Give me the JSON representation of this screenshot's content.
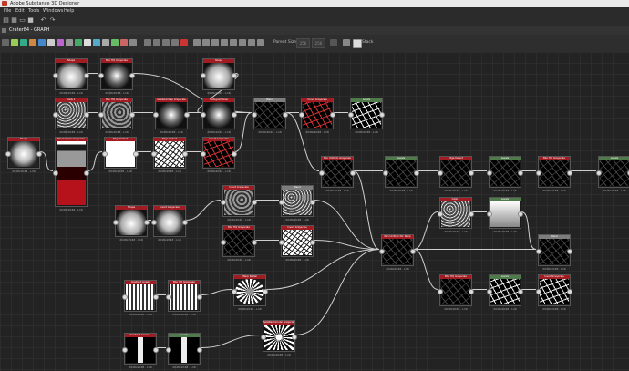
{
  "window": {
    "title": "Adobe Substance 3D Designer"
  },
  "menu": [
    "File",
    "Edit",
    "Tools",
    "Windows",
    "Help"
  ],
  "graph_tab": {
    "label": "Crater84 - GRAPH"
  },
  "nodebar": {
    "parent_size_label": "Parent Size:",
    "size_a": "256",
    "size_b": "256",
    "stack_label": "Stack"
  },
  "colors": {
    "node_header_red": "#a11b22",
    "node_header_green": "#4f7a4a",
    "node_header_gray": "#7d7d7d",
    "canvas_bg": "#232323"
  },
  "nodes": [
    {
      "id": "n1",
      "title": "Shape",
      "header": "red",
      "thumb": "sphere",
      "res": "2048x2048 - L16"
    },
    {
      "id": "n2",
      "title": "Blur HQ Grayscale",
      "header": "red",
      "thumb": "soft",
      "res": "2048x2048 - L16"
    },
    {
      "id": "n3",
      "title": "Shape",
      "header": "red",
      "thumb": "sphere",
      "res": "2048x2048 - L16"
    },
    {
      "id": "n4",
      "title": "Cells 1",
      "header": "red",
      "thumb": "noise",
      "res": "2048x2048 - L16"
    },
    {
      "id": "n5",
      "title": "Blur HQ Grayscale",
      "header": "red",
      "thumb": "noise2",
      "res": "2048x2048 - L16"
    },
    {
      "id": "n6",
      "title": "Gradient Map Grayscale",
      "header": "red",
      "thumb": "soft",
      "res": "2048x2048 - L16"
    },
    {
      "id": "n7",
      "title": "Histogram Scan",
      "header": "red",
      "thumb": "soft",
      "res": "2048x2048 - L16"
    },
    {
      "id": "n8",
      "title": "Blend",
      "header": "gray",
      "thumb": "dark",
      "res": "2048x2048 - L16"
    },
    {
      "id": "n9",
      "title": "Curve Grayscale",
      "header": "red",
      "thumb": "crackred",
      "res": "2048x2048 - L16"
    },
    {
      "id": "n10",
      "title": "Levels",
      "header": "green",
      "thumb": "crack",
      "res": "2048x2048 - L16"
    },
    {
      "id": "n11",
      "title": "Shape",
      "header": "red",
      "thumb": "radial",
      "res": "2048x2048 - L16"
    },
    {
      "id": "n12",
      "title": "Tile Sampler Grayscale",
      "header": "red",
      "thumb": "redcol",
      "res": "2048x2048 - L16"
    },
    {
      "id": "n13",
      "title": "Edge Detect",
      "header": "red",
      "thumb": "white",
      "res": "2048x2048 - L16"
    },
    {
      "id": "n14",
      "title": "Edge Detect",
      "header": "red",
      "thumb": "cellsw",
      "res": "2048x2048 - L16"
    },
    {
      "id": "n15",
      "title": "Invert Grayscale",
      "header": "red",
      "thumb": "crackred",
      "res": "2048x2048 - L16"
    },
    {
      "id": "n16",
      "title": "Non Uniform Grayscale",
      "header": "red",
      "thumb": "dark",
      "res": "2048x2048 - L16"
    },
    {
      "id": "n17",
      "title": "Levels",
      "header": "green",
      "thumb": "dark",
      "res": "2048x2048 - L16"
    },
    {
      "id": "n18",
      "title": "Edge Detect",
      "header": "red",
      "thumb": "dark",
      "res": "2048x2048 - L16"
    },
    {
      "id": "n19",
      "title": "Levels",
      "header": "green",
      "thumb": "dark",
      "res": "2048x2048 - L16"
    },
    {
      "id": "n20",
      "title": "Blur HQ Grayscale",
      "header": "red",
      "thumb": "dark",
      "res": "2048x2048 - L16"
    },
    {
      "id": "n21",
      "title": "Levels",
      "header": "green",
      "thumb": "dark",
      "res": "2048x2048 - L16"
    },
    {
      "id": "n22",
      "title": "Cells 1",
      "header": "red",
      "thumb": "noise",
      "res": "2048x2048 - L16"
    },
    {
      "id": "n23",
      "title": "Levels",
      "header": "green",
      "thumb": "grad",
      "res": "2048x2048 - L16"
    },
    {
      "id": "n24",
      "title": "Invert Grayscale",
      "header": "red",
      "thumb": "noise2",
      "res": "2048x2048 - L16"
    },
    {
      "id": "n25",
      "title": "Blend",
      "header": "gray",
      "thumb": "noise",
      "res": "2048x2048 - L16"
    },
    {
      "id": "n26",
      "title": "Shape",
      "header": "red",
      "thumb": "sphere",
      "res": "2048x2048 - L16"
    },
    {
      "id": "n27",
      "title": "Invert Grayscale",
      "header": "red",
      "thumb": "radial",
      "res": "2048x2048 - L16"
    },
    {
      "id": "n28",
      "title": "Non Uniform Dir. Warp",
      "header": "red",
      "thumb": "dark",
      "res": "2048x2048 - L16"
    },
    {
      "id": "n29",
      "title": "Blur HQ Grayscale",
      "header": "red",
      "thumb": "dark",
      "res": "2048x2048 - L16"
    },
    {
      "id": "n30",
      "title": "Invert Grayscale",
      "header": "red",
      "thumb": "cellsw",
      "res": "2048x2048 - L16"
    },
    {
      "id": "n31",
      "title": "Blend",
      "header": "gray",
      "thumb": "dark",
      "res": "2048x2048 - L16"
    },
    {
      "id": "n32",
      "title": "Blur HQ Grayscale",
      "header": "red",
      "thumb": "dark",
      "res": "2048x2048 - L16"
    },
    {
      "id": "n33",
      "title": "Levels",
      "header": "green",
      "thumb": "crack",
      "res": "2048x2048 - L16"
    },
    {
      "id": "n34",
      "title": "Invert Grayscale",
      "header": "red",
      "thumb": "crack",
      "res": "2048x2048 - L16"
    },
    {
      "id": "n35",
      "title": "Gradient Linear",
      "header": "red",
      "thumb": "stripes",
      "res": "2048x2048 - L16"
    },
    {
      "id": "n36",
      "title": "Blur HQ Grayscale",
      "header": "red",
      "thumb": "stripes",
      "res": "2048x2048 - L16"
    },
    {
      "id": "n37",
      "title": "Warp Radial",
      "header": "red",
      "thumb": "fan",
      "res": "2048x2048 - L16"
    },
    {
      "id": "n38",
      "title": "Gradient Linear 1",
      "header": "red",
      "thumb": "twostripe",
      "res": "2048x2048 - L16"
    },
    {
      "id": "n39",
      "title": "Levels",
      "header": "green",
      "thumb": "twostripe",
      "res": "2048x2048 - L16"
    },
    {
      "id": "n40",
      "title": "Splatter Circular Grayscale",
      "header": "red",
      "thumb": "fan2",
      "res": "2048x2048 - L16"
    }
  ]
}
